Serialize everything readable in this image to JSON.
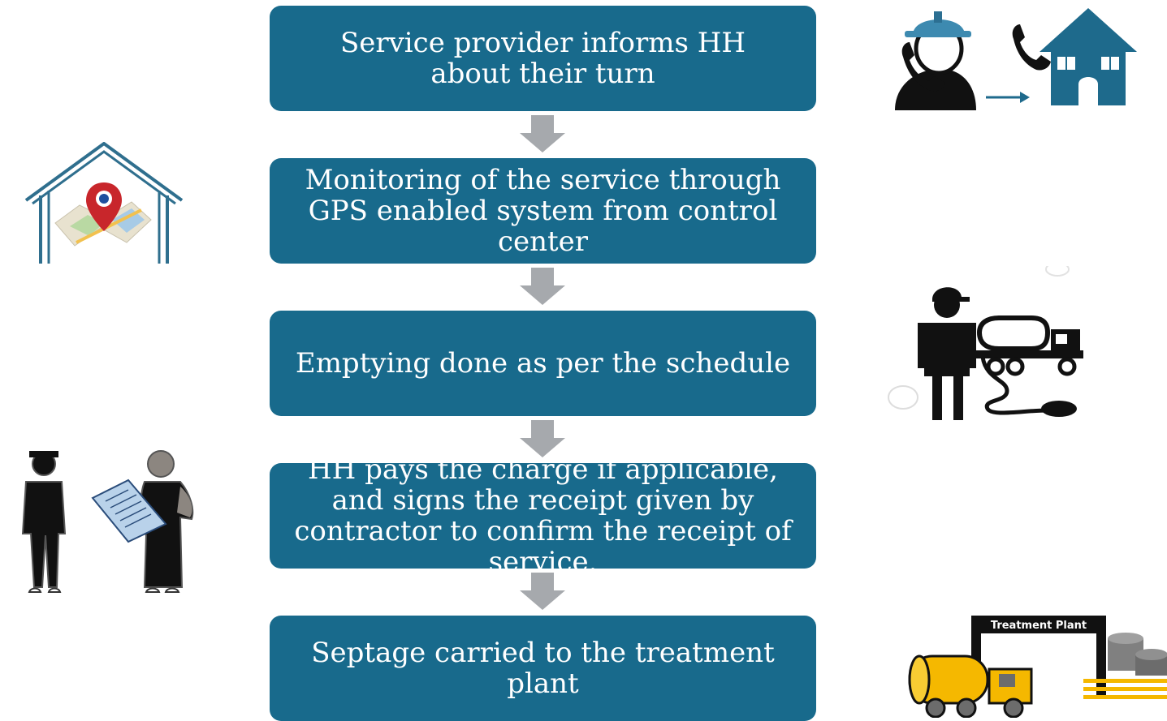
{
  "steps": [
    {
      "text": "Service provider informs HH about their turn"
    },
    {
      "text": "Monitoring of the service through GPS enabled system from control center"
    },
    {
      "text": "Emptying done as per the schedule"
    },
    {
      "text": "HH pays the charge if applicable, and signs the receipt given by contractor to confirm the receipt of service."
    },
    {
      "text": "Septage carried to the treatment plant"
    }
  ],
  "illustrations": {
    "treatment_plant_sign": "Treatment Plant"
  },
  "colors": {
    "box_fill": "#186a8c",
    "box_text": "#ffffff",
    "arrow_fill": "#a6a9ad",
    "icon_blue": "#1e6a8c",
    "tanker_yellow": "#f5b800"
  }
}
